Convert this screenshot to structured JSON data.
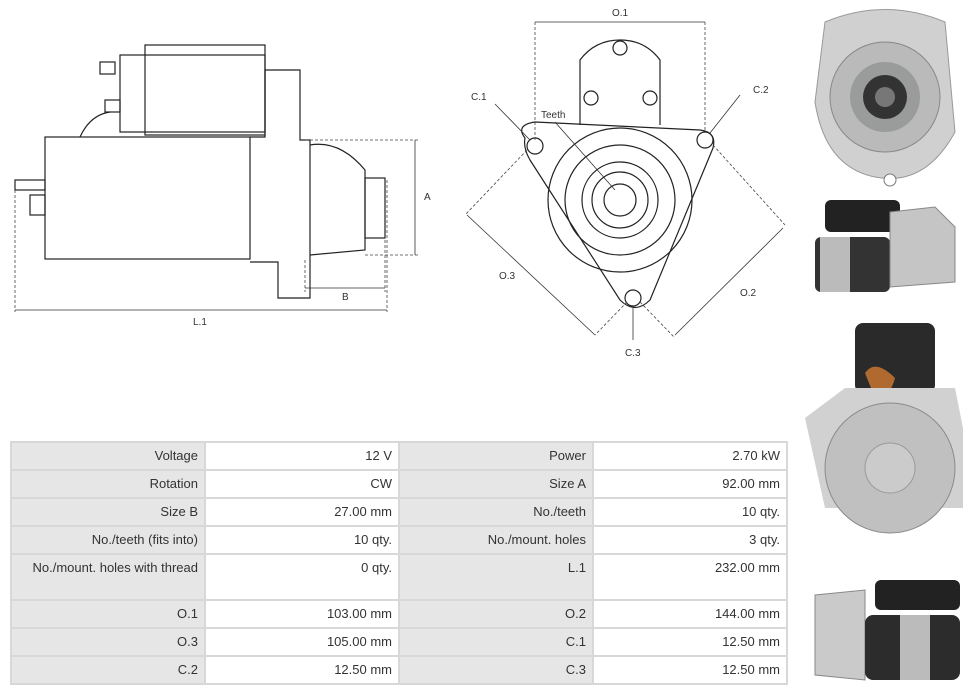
{
  "drawing_side": {
    "label_a": "A",
    "label_b": "B",
    "label_l1": "L.1"
  },
  "drawing_front": {
    "label_o1": "O.1",
    "label_o2": "O.2",
    "label_o3": "O.3",
    "label_c1": "C.1",
    "label_c2": "C.2",
    "label_c3": "C.3",
    "label_teeth": "Teeth"
  },
  "specs": [
    [
      {
        "label": "Voltage",
        "value": "12 V"
      },
      {
        "label": "Power",
        "value": "2.70 kW"
      }
    ],
    [
      {
        "label": "Rotation",
        "value": "CW"
      },
      {
        "label": "Size A",
        "value": "92.00 mm"
      }
    ],
    [
      {
        "label": "Size B",
        "value": "27.00 mm"
      },
      {
        "label": "No./teeth",
        "value": "10 qty."
      }
    ],
    [
      {
        "label": "No./teeth (fits into)",
        "value": "10 qty."
      },
      {
        "label": "No./mount. holes",
        "value": "3 qty."
      }
    ],
    [
      {
        "label": "No./mount. holes with thread",
        "value": "0 qty."
      },
      {
        "label": "L.1",
        "value": "232.00 mm"
      }
    ],
    [
      {
        "label": "O.1",
        "value": "103.00 mm"
      },
      {
        "label": "O.2",
        "value": "144.00 mm"
      }
    ],
    [
      {
        "label": "O.3",
        "value": "105.00 mm"
      },
      {
        "label": "C.1",
        "value": "12.50 mm"
      }
    ],
    [
      {
        "label": "C.2",
        "value": "12.50 mm"
      },
      {
        "label": "C.3",
        "value": "12.50 mm"
      }
    ]
  ]
}
